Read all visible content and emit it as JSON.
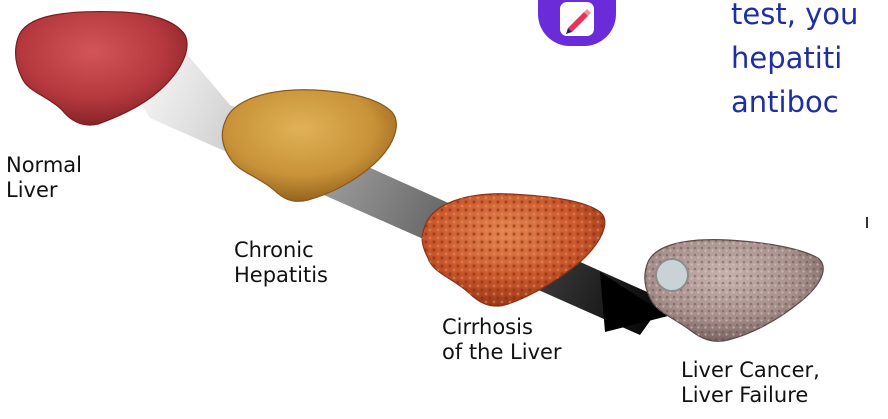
{
  "stages": [
    {
      "id": "normal",
      "label": "Normal\nLiver",
      "color": "#b4383d"
    },
    {
      "id": "chronic",
      "label": "Chronic\nHepatitis",
      "color": "#c89238"
    },
    {
      "id": "cirrhosis",
      "label": "Cirrhosis\nof the Liver",
      "color": "#c9562b"
    },
    {
      "id": "cancer",
      "label": "Liver Cancer,\nLiver Failure",
      "color": "#a78f8b"
    }
  ],
  "side_text": "test, you\nhepatiti\nantiboc",
  "icons": {
    "badge": "edit-pen-icon"
  },
  "colors": {
    "accent_text": "#1f2fa3",
    "badge": "#6a2bd8",
    "arrow_dark": "#000000",
    "arrow_light": "#d8d8d8"
  }
}
